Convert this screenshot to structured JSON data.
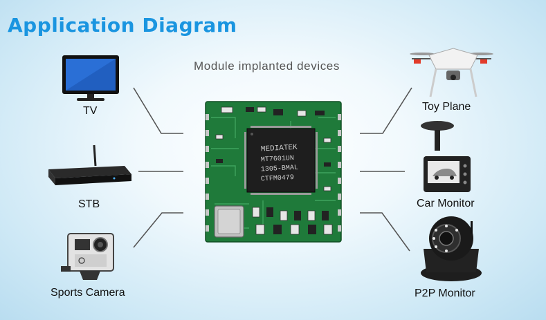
{
  "title": "Application Diagram",
  "subtitle": "Module implanted devices",
  "chip_marking": [
    "MEDIATEK",
    "MT7601UN",
    "1305-BMAL",
    "CTFM0479"
  ],
  "devices": {
    "tv": "TV",
    "stb": "STB",
    "sports_camera": "Sports Camera",
    "toy_plane": "Toy Plane",
    "car_monitor": "Car Monitor",
    "p2p_monitor": "P2P Monitor"
  },
  "colors": {
    "title": "#1a95e0",
    "pcb": "#1f7a3a",
    "connector": "#555555"
  }
}
